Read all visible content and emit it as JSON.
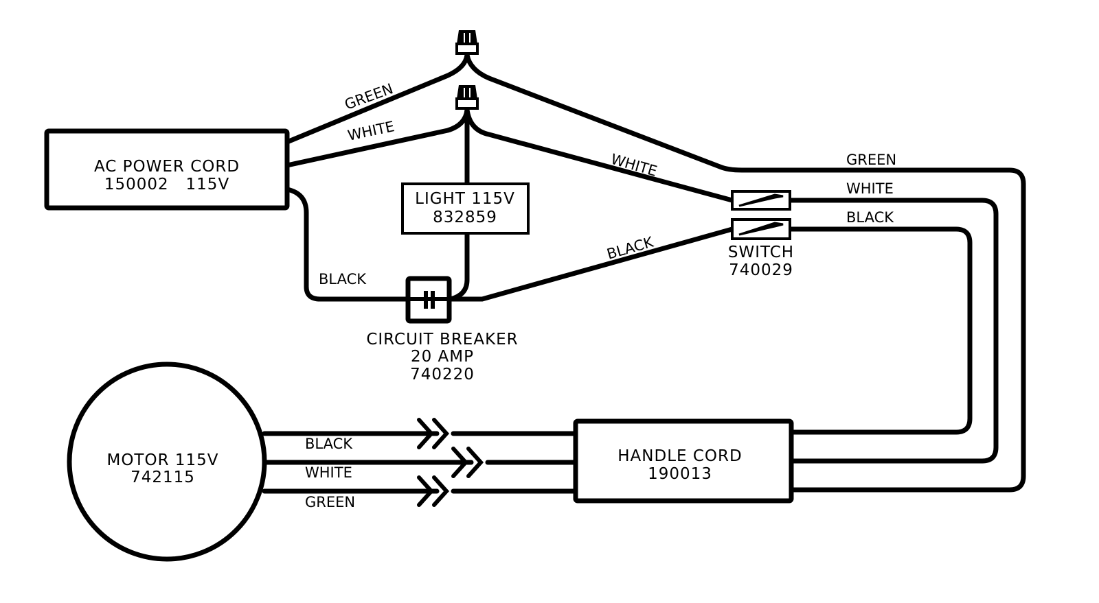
{
  "diagram": {
    "type": "wiring-diagram",
    "components": {
      "ac_power_cord": {
        "name": "AC POWER CORD",
        "spec": "150002   115V"
      },
      "light": {
        "name": "LIGHT 115V",
        "part": "832859"
      },
      "circuit_breaker": {
        "name": "CIRCUIT BREAKER",
        "rating": "20 AMP",
        "part": "740220"
      },
      "switch": {
        "name": "SWITCH",
        "part": "740029"
      },
      "motor": {
        "name": "MOTOR 115V",
        "part": "742115"
      },
      "handle_cord": {
        "name": "HANDLE CORD",
        "part": "190013"
      }
    },
    "wire_labels": {
      "cord_green": "GREEN",
      "cord_white": "WHITE",
      "cord_black": "BLACK",
      "nut_to_switch_white": "WHITE",
      "breaker_to_switch_black": "BLACK",
      "right_green": "GREEN",
      "right_white": "WHITE",
      "right_black": "BLACK",
      "motor_black": "BLACK",
      "motor_white": "WHITE",
      "motor_green": "GREEN"
    }
  }
}
